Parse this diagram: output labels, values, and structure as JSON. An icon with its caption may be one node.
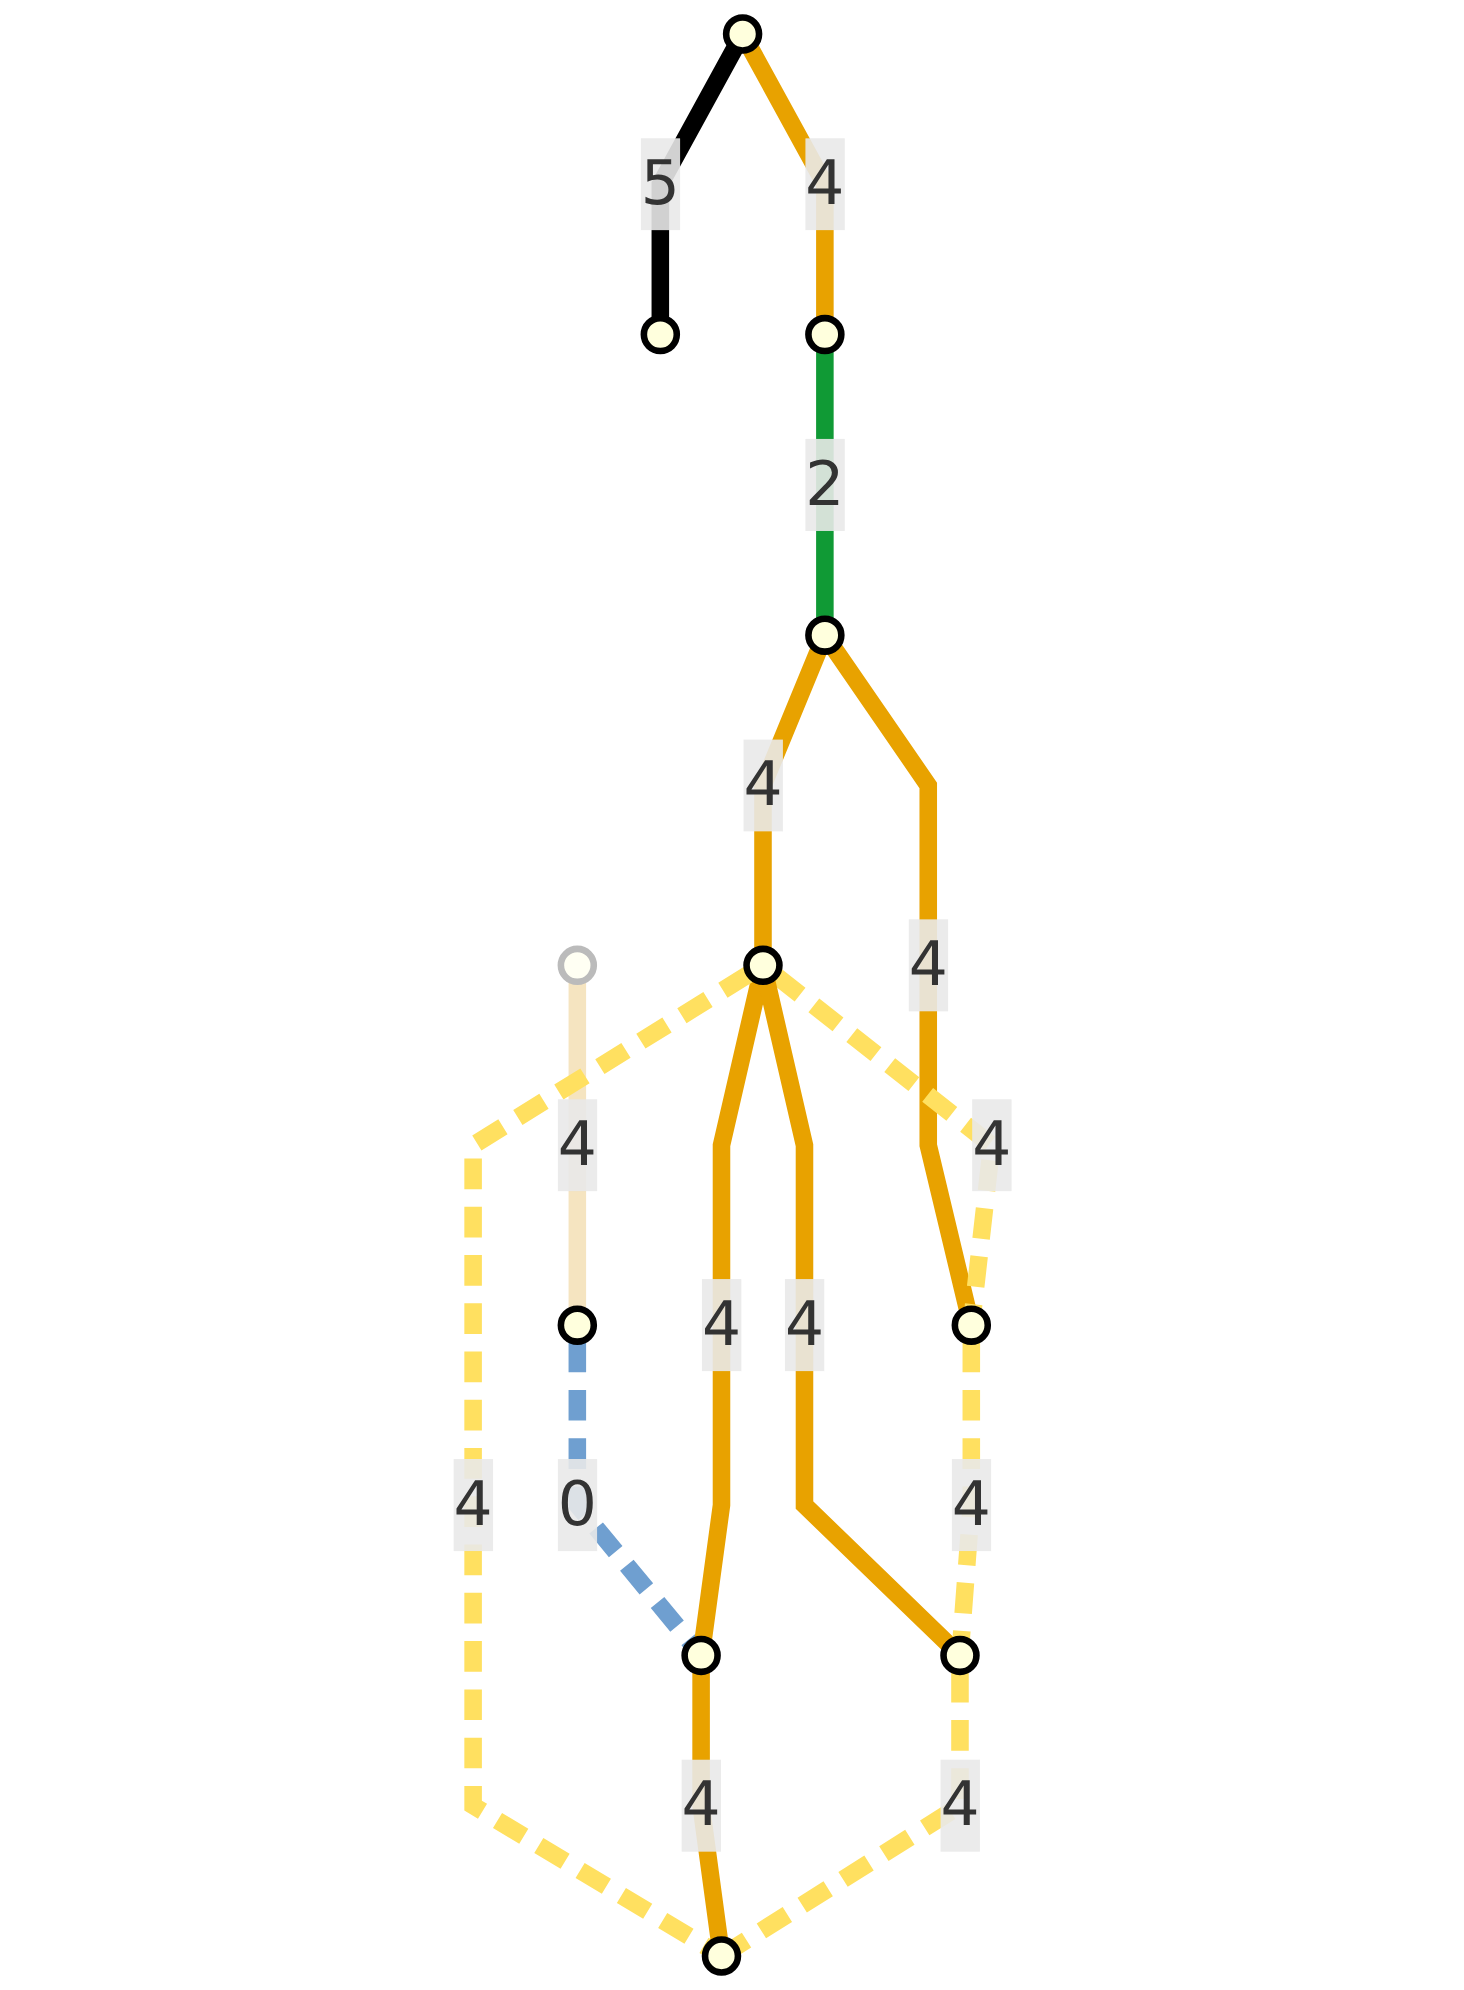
{
  "diagram": {
    "nodes": [
      {
        "text": [],
        "shape": "circle"
      },
      {
        "text": [],
        "shape": "circle"
      },
      {
        "text": [],
        "shape": "circle"
      },
      {
        "text": [],
        "shape": "circle"
      },
      {
        "text": [],
        "shape": "circle"
      },
      {
        "text": [],
        "shape": "circle"
      },
      {
        "text": [],
        "shape": "circle"
      },
      {
        "text": [],
        "shape": "circle"
      },
      {
        "text": [],
        "shape": "circle"
      },
      {
        "text": [],
        "shape": "circle"
      },
      {
        "text": [],
        "shape": "circle"
      }
    ],
    "edges": [
      {
        "from": 0,
        "to": 1,
        "arrow": "none",
        "label": "5",
        "color": "#000000"
      },
      {
        "from": 0,
        "to": 3,
        "arrow": "none",
        "label": "4"
      },
      {
        "from": 2,
        "to": 4,
        "arrow": "none",
        "label": "4",
        "color": "#f5e4c0"
      },
      {
        "from": 3,
        "to": 5,
        "arrow": "none",
        "label": "2",
        "color": "#109a35"
      },
      {
        "from": 4,
        "to": 7,
        "arrow": "none",
        "label": "0",
        "style": "dashed",
        "color": "#6f9fd0"
      },
      {
        "from": 5,
        "to": 6,
        "arrow": "none",
        "label": "4"
      },
      {
        "from": 6,
        "to": 7,
        "arrow": "none",
        "label": "4"
      },
      {
        "from": 5,
        "to": 8,
        "arrow": "none",
        "label": "4"
      },
      {
        "from": 6,
        "to": 8,
        "arrow": "none",
        "label": "4",
        "style": "dashed",
        "color": "#ffe060"
      },
      {
        "from": 6,
        "to": 9,
        "arrow": "none",
        "label": "4"
      },
      {
        "from": 6,
        "to": 10,
        "arrow": "none",
        "label": "4",
        "style": "dashed",
        "color": "#ffe060"
      },
      {
        "from": 7,
        "to": 10,
        "arrow": "none",
        "label": "4"
      },
      {
        "from": 8,
        "to": 9,
        "arrow": "none",
        "label": "4",
        "style": "dashed",
        "color": "#ffe060"
      },
      {
        "from": 9,
        "to": 10,
        "arrow": "none",
        "label": "4",
        "style": "dashed",
        "color": "#ffe060"
      }
    ]
  }
}
